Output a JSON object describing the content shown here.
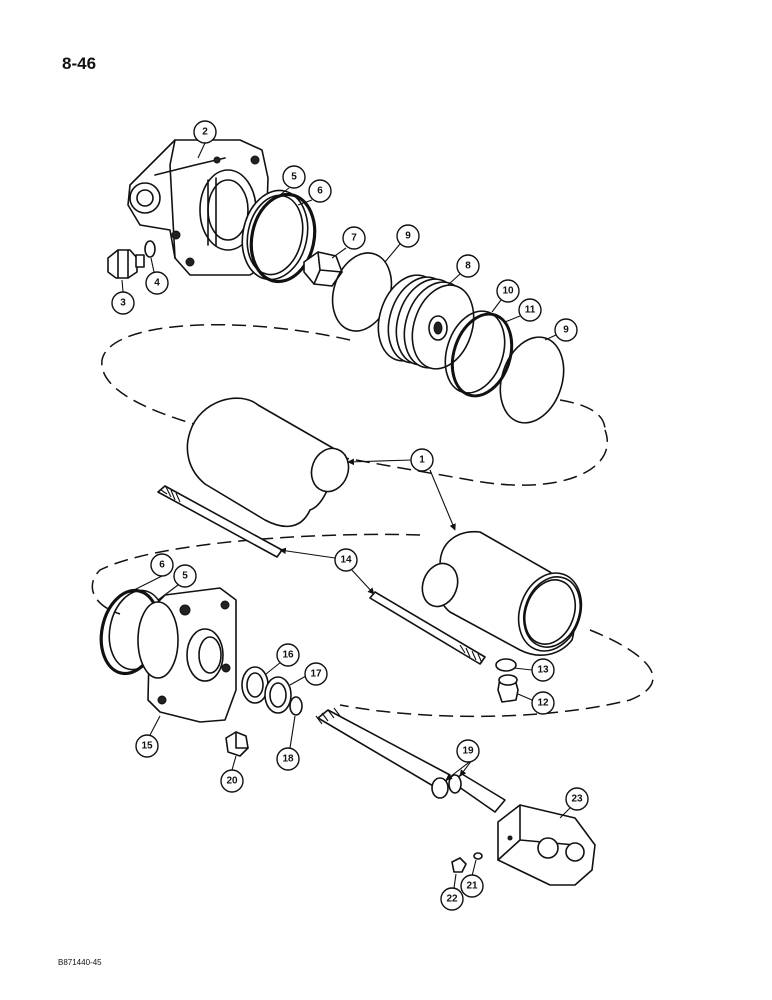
{
  "page_number": "8-46",
  "drawing_code": "B871440-45",
  "callouts": [
    "1",
    "2",
    "3",
    "4",
    "5",
    "6",
    "7",
    "8",
    "9",
    "9",
    "10",
    "11",
    "12",
    "13",
    "14",
    "15",
    "16",
    "17",
    "18",
    "19",
    "20",
    "21",
    "22",
    "23",
    "5",
    "6"
  ]
}
